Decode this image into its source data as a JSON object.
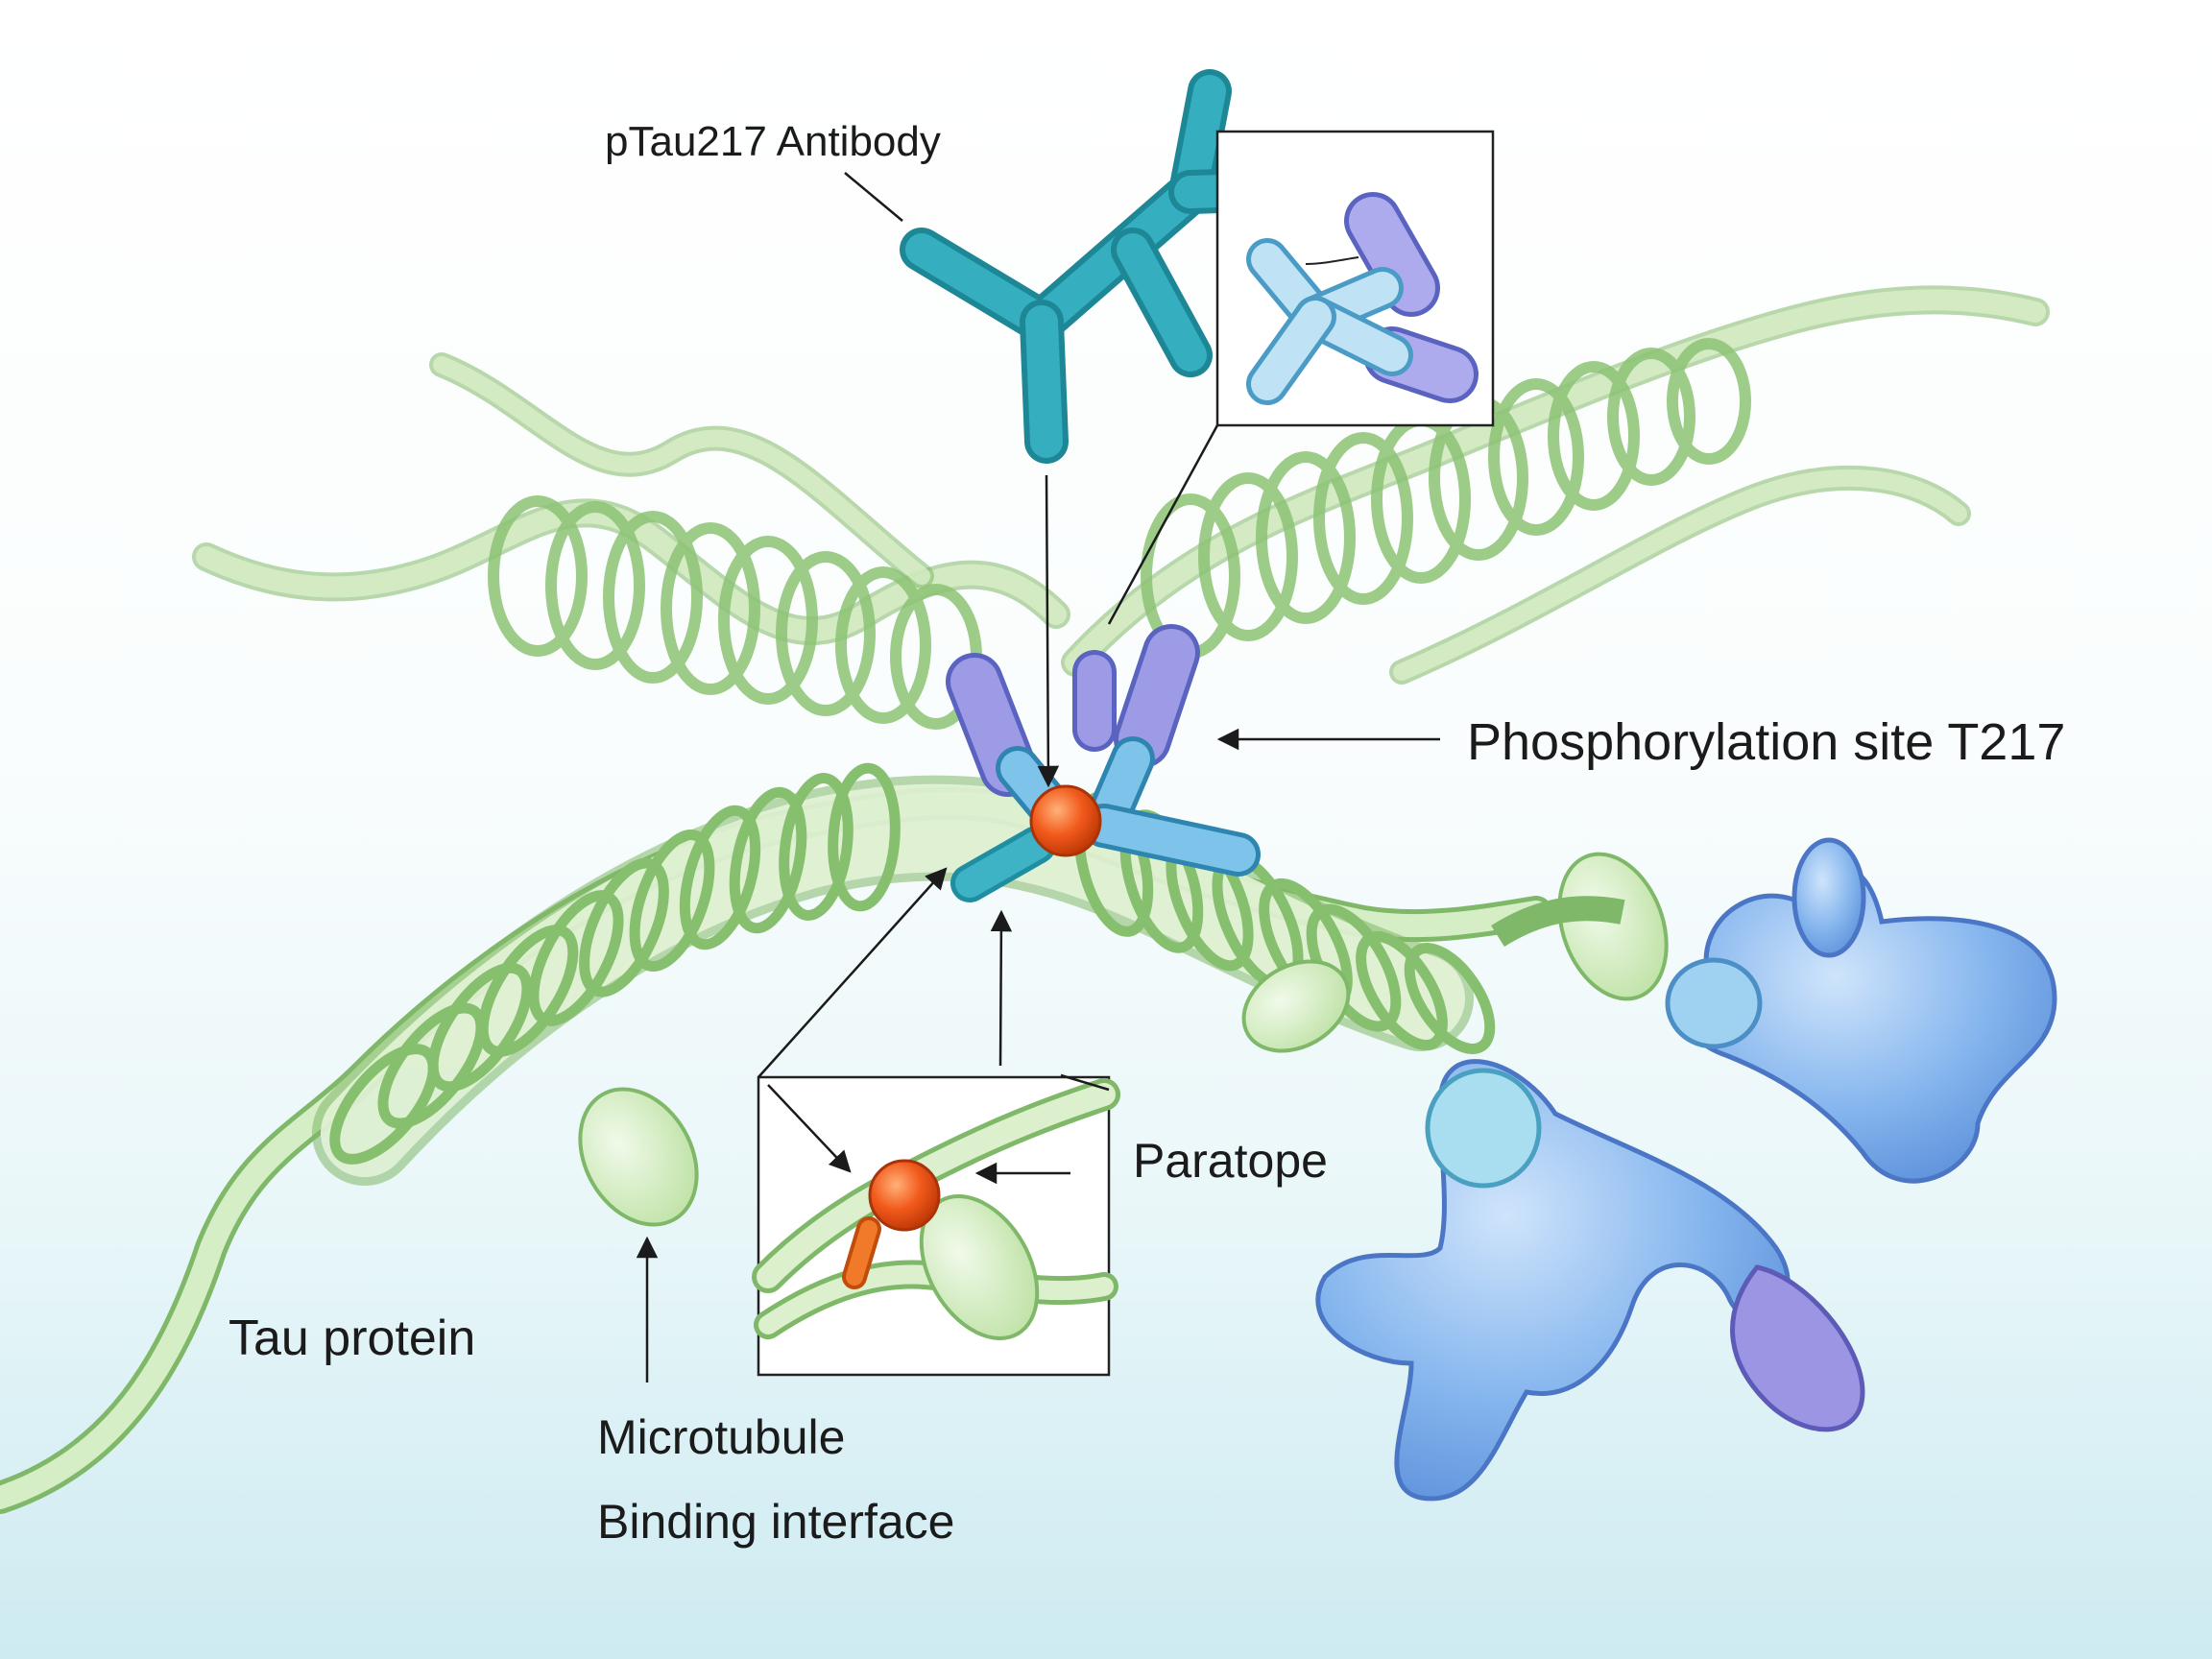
{
  "labels": {
    "antibody": "pTau217 Antibody",
    "phospho_site": "Phosphorylation site T217",
    "paratope": "Paratope",
    "tau_protein": "Tau protein",
    "microtubule": "Microtubule",
    "binding_interface": "Binding interface"
  },
  "colors": {
    "tau_green": "#b9dea0",
    "tau_green_edge": "#7fb868",
    "antibody_teal": "#2aa3b3",
    "antibody_light_blue": "#86c8ea",
    "antibody_purple": "#8f8fe0",
    "phospho_orange": "#f25a1c",
    "blue_proteins": "#7fb1ea",
    "background_bottom": "#cdebf1"
  }
}
